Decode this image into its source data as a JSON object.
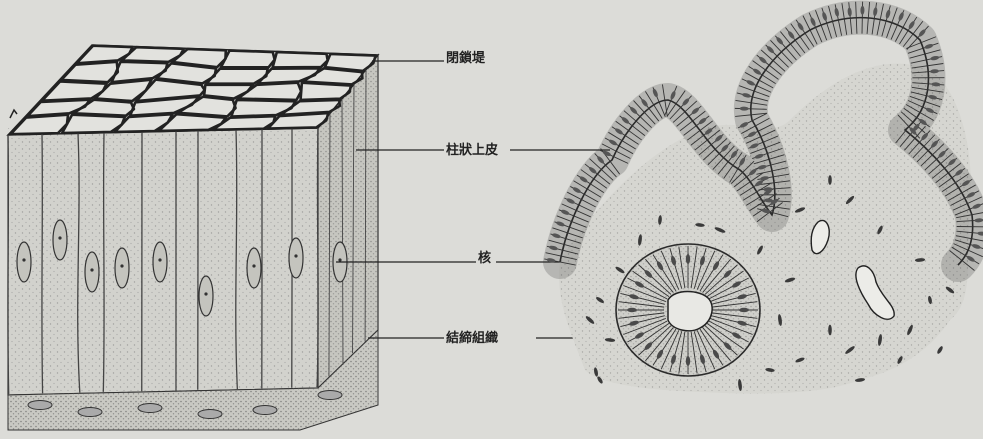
{
  "figure": {
    "labels": [
      {
        "id": "terminal-bar",
        "text": "閉鎖堤"
      },
      {
        "id": "columnar-epithelium",
        "text": "柱狀上皮"
      },
      {
        "id": "nucleus",
        "text": "核"
      },
      {
        "id": "connective-tissue",
        "text": "結締組織"
      }
    ],
    "colors": {
      "background": "#dcdcd8",
      "ink": "#222222",
      "stipple": "#6a6a66"
    }
  }
}
